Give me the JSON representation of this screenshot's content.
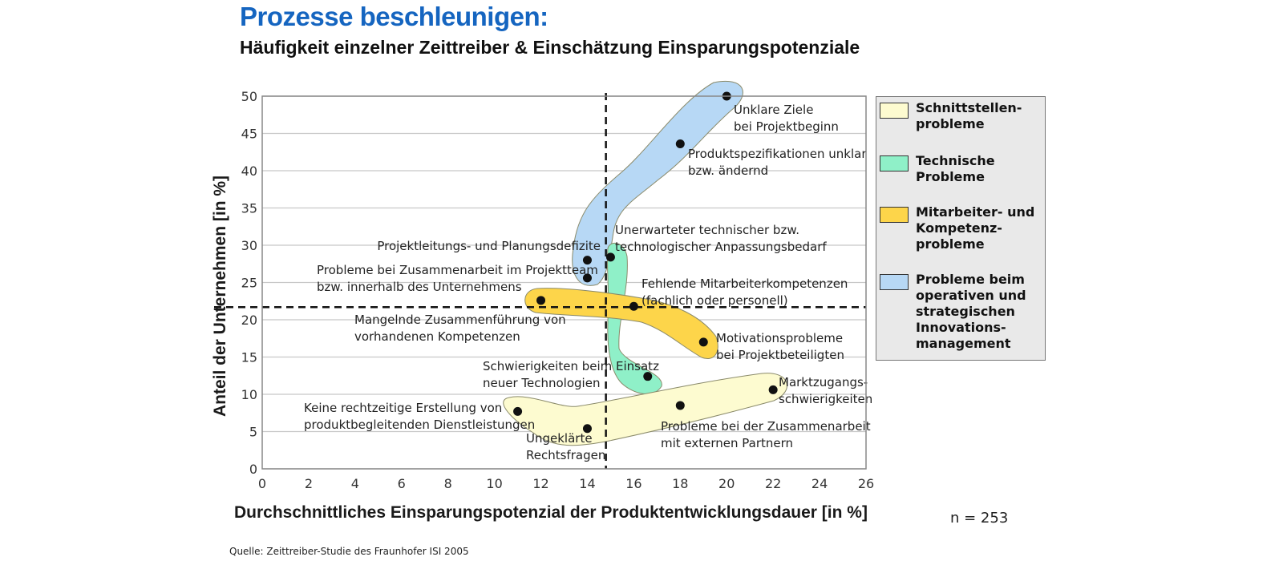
{
  "header": {
    "title": "Prozesse beschleunigen:",
    "subtitle": "Häufigkeit einzelner Zeittreiber & Einschätzung Einsparungspotenziale"
  },
  "footer": {
    "n": "n = 253",
    "source": "Quelle: Zeittreiber-Studie des Fraunhofer ISI 2005"
  },
  "legend": {
    "items": [
      {
        "label": "Schnittstellen-\nprobleme",
        "color": "#fdfbd0"
      },
      {
        "label": "Technische\nProbleme",
        "color": "#8ff0c8"
      },
      {
        "label": "Mitarbeiter- und\nKompetenz-\nprobleme",
        "color": "#fdd54a"
      },
      {
        "label": "Probleme beim\noperativen und\nstrategischen\nInnovations-\nmanagement",
        "color": "#b7d8f5"
      }
    ]
  },
  "chart_data": {
    "type": "scatter",
    "title": "Prozesse beschleunigen: Häufigkeit einzelner Zeittreiber & Einschätzung Einsparungspotenziale",
    "xlabel": "Durchschnittliches Einsparungspotenzial der Produktentwicklungsdauer [in %]",
    "ylabel": "Anteil der Unternehmen [in %]",
    "xlim": [
      0,
      26
    ],
    "ylim": [
      0,
      50
    ],
    "xticks": [
      0,
      2,
      4,
      6,
      8,
      10,
      12,
      14,
      16,
      18,
      20,
      22,
      24,
      26
    ],
    "yticks": [
      0,
      5,
      10,
      15,
      20,
      25,
      30,
      35,
      40,
      45,
      50
    ],
    "grid": "horizontal",
    "legend_position": "right",
    "reference_lines": {
      "x_mean": 14.8,
      "y_mean": 21.7
    },
    "series": [
      {
        "name": "Probleme beim operativen und strategischen Innovationsmanagement",
        "color": "#b7d8f5",
        "points": [
          {
            "label": "Unklare Ziele\nbei Projektbeginn",
            "x": 20.0,
            "y": 50.0
          },
          {
            "label": "Produktspezifikationen unklar\nbzw. ändernd",
            "x": 18.0,
            "y": 43.6
          },
          {
            "label": "Projektleitungs- und Planungsdefizite",
            "x": 14.0,
            "y": 28.0
          },
          {
            "label": "Probleme bei Zusammenarbeit im Projektteam\nbzw. innerhalb des Unternehmens",
            "x": 14.0,
            "y": 25.6
          }
        ]
      },
      {
        "name": "Technische Probleme",
        "color": "#8ff0c8",
        "points": [
          {
            "label": "Unerwarteter technischer bzw.\ntechnologischer Anpassungsbedarf",
            "x": 15.0,
            "y": 28.4
          },
          {
            "label": "Schwierigkeiten beim Einsatz\nneuer Technologien",
            "x": 16.6,
            "y": 12.4
          }
        ]
      },
      {
        "name": "Mitarbeiter- und Kompetenzprobleme",
        "color": "#fdd54a",
        "points": [
          {
            "label": "Mangelnde Zusammenführung von\nvorhandenen Kompetenzen",
            "x": 12.0,
            "y": 22.6
          },
          {
            "label": "Fehlende Mitarbeiterkompetenzen\n(fachlich oder personell)",
            "x": 16.0,
            "y": 21.8
          },
          {
            "label": "Motivationsprobleme\nbei Projektbeteiligten",
            "x": 19.0,
            "y": 17.0
          }
        ]
      },
      {
        "name": "Schnittstellenprobleme",
        "color": "#fdfbd0",
        "points": [
          {
            "label": "Marktzugangs-\nschwierigkeiten",
            "x": 22.0,
            "y": 10.6
          },
          {
            "label": "Probleme bei der Zusammenarbeit\nmit externen Partnern",
            "x": 18.0,
            "y": 8.5
          },
          {
            "label": "Keine rechtzeitige Erstellung von\nproduktbegleitenden Dienstleistungen",
            "x": 11.0,
            "y": 7.7
          },
          {
            "label": "Ungeklärte\nRechtsfragen",
            "x": 14.0,
            "y": 5.4
          }
        ]
      }
    ]
  }
}
